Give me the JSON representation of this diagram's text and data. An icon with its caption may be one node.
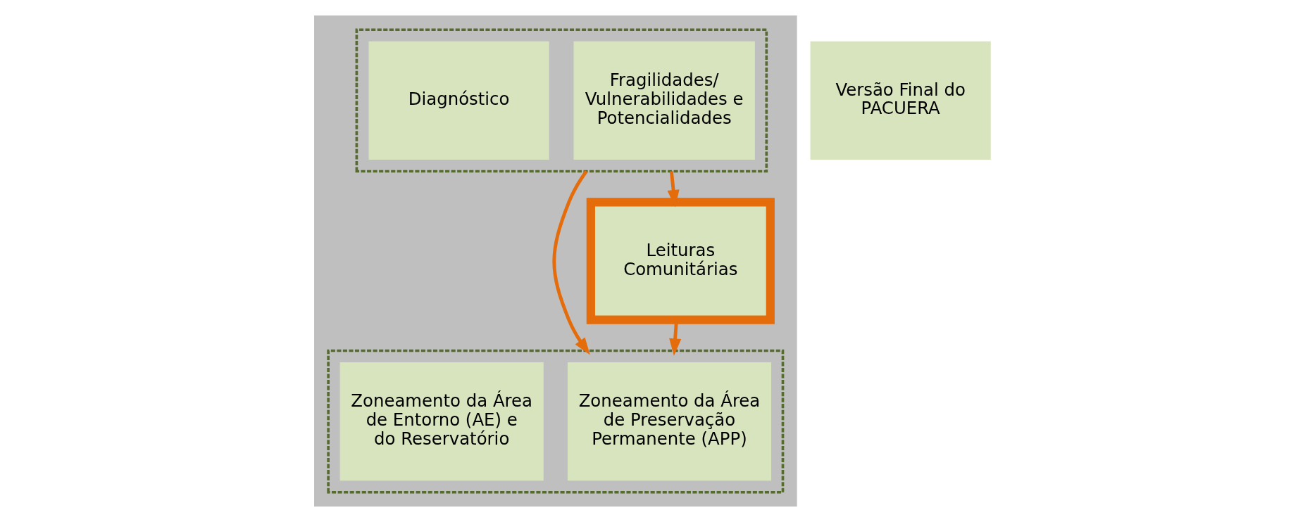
{
  "diagram": {
    "nodes": [
      {
        "text": [],
        "shape": "box"
      },
      {
        "text": [],
        "shape": "box",
        "in": 0
      },
      {
        "text": [
          "Diagnóstico"
        ],
        "in": 1
      },
      {
        "text": [
          "Fragilidades/ Vulnerabilidades e Potencialidades"
        ],
        "in": 1
      },
      {
        "text": [],
        "shape": "box",
        "in": 0
      },
      {
        "text": [
          "Zoneamento da Área de Entorno (AE) e do Reservatório"
        ],
        "in": 4
      },
      {
        "text": [
          "Zoneamento da Área de Preservação Permanente (APP)"
        ],
        "in": 4
      },
      {
        "text": [
          "Leituras Comunitárias"
        ],
        "in": 0
      },
      {
        "text": [
          "Versão Final do PACUERA"
        ]
      }
    ],
    "edges": [
      {
        "from": 1,
        "to": 4,
        "arrow": "to"
      },
      {
        "from": 1,
        "to": 7,
        "arrow": "to"
      },
      {
        "from": 7,
        "to": 4,
        "arrow": "to"
      }
    ]
  }
}
